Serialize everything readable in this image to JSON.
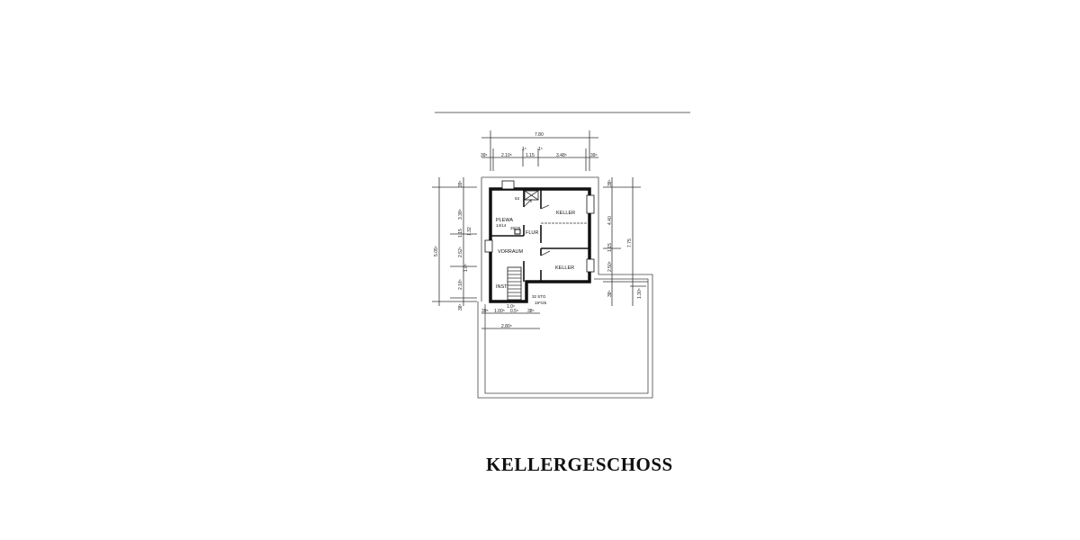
{
  "title": "KELLERGESCHOSS",
  "rooms": {
    "keller_top": "KELLER",
    "keller_bottom": "KELLER",
    "plewa": "PLEWA",
    "plewa_size": "14/14",
    "shaft": "25/25",
    "flur": "FLUR",
    "vorraum": "VORRAUM",
    "inst": "INST.",
    "chimney": "63",
    "stairs": "32 STG",
    "stairs_ratio": "19⁵/25"
  },
  "dimensions": {
    "top_total": "7.80",
    "top": [
      "39⁵",
      "2.10⁵",
      "1⁵",
      "1.15",
      "1⁵",
      "3.48⁵",
      "39⁵"
    ],
    "left_total": "5.05⁵",
    "left": [
      "39⁵",
      "3.38⁵",
      "1.15",
      "1.32",
      "2.52⁵",
      "1.0⁵",
      "2.18⁵",
      "38⁵"
    ],
    "right_total": "7.75",
    "right": [
      "38⁵",
      "4.40",
      "1.15",
      "2.50⁵",
      "38⁵",
      "1.30⁵"
    ],
    "bottom": [
      "39⁵",
      "1.00⁵",
      "1.0⁵",
      "0.5⁵",
      "38⁵"
    ],
    "bottom_total": "2.80⁵"
  }
}
